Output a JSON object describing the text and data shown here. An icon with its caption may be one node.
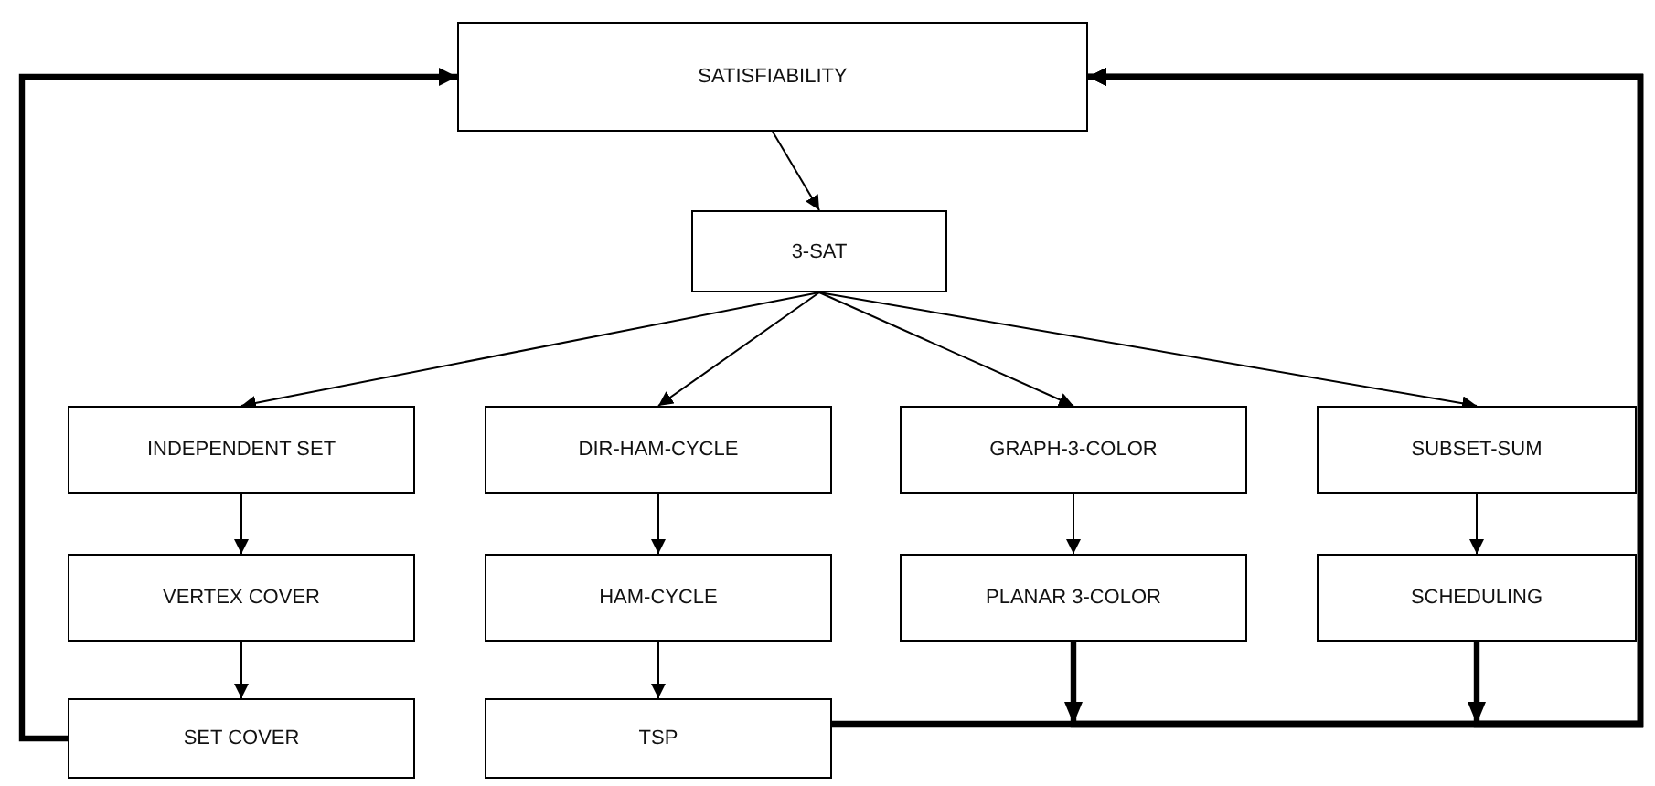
{
  "diagram": {
    "nodes": [
      {
        "text": [
          "SATISFIABILITY"
        ]
      },
      {
        "text": [
          "3-SAT"
        ]
      },
      {
        "text": [
          "INDEPENDENT SET"
        ]
      },
      {
        "text": [
          "DIR-HAM-CYCLE"
        ]
      },
      {
        "text": [
          "GRAPH-3-COLOR"
        ]
      },
      {
        "text": [
          "SUBSET-SUM"
        ]
      },
      {
        "text": [
          "VERTEX COVER"
        ]
      },
      {
        "text": [
          "HAM-CYCLE"
        ]
      },
      {
        "text": [
          "PLANAR 3-COLOR"
        ]
      },
      {
        "text": [
          "SCHEDULING"
        ]
      },
      {
        "text": [
          "SET COVER"
        ]
      },
      {
        "text": [
          "TSP"
        ]
      }
    ],
    "edges": [
      {
        "from": 0,
        "to": 1,
        "arrow": "to"
      },
      {
        "from": 1,
        "to": 2,
        "arrow": "to"
      },
      {
        "from": 1,
        "to": 3,
        "arrow": "to"
      },
      {
        "from": 1,
        "to": 4,
        "arrow": "to"
      },
      {
        "from": 1,
        "to": 5,
        "arrow": "to"
      },
      {
        "from": 2,
        "to": 6,
        "arrow": "to"
      },
      {
        "from": 6,
        "to": 10,
        "arrow": "to"
      },
      {
        "from": 3,
        "to": 7,
        "arrow": "to"
      },
      {
        "from": 7,
        "to": 11,
        "arrow": "to"
      },
      {
        "from": 4,
        "to": 8,
        "arrow": "to"
      },
      {
        "from": 5,
        "to": 9,
        "arrow": "to"
      },
      {
        "from": 10,
        "to": 0,
        "arrow": "to",
        "style": "thick"
      },
      {
        "from": 11,
        "to": 0,
        "arrow": "to",
        "style": "thick"
      },
      {
        "from": 8,
        "to": 0,
        "arrow": "to",
        "style": "thick"
      },
      {
        "from": 9,
        "to": 0,
        "arrow": "to",
        "style": "thick"
      }
    ]
  }
}
